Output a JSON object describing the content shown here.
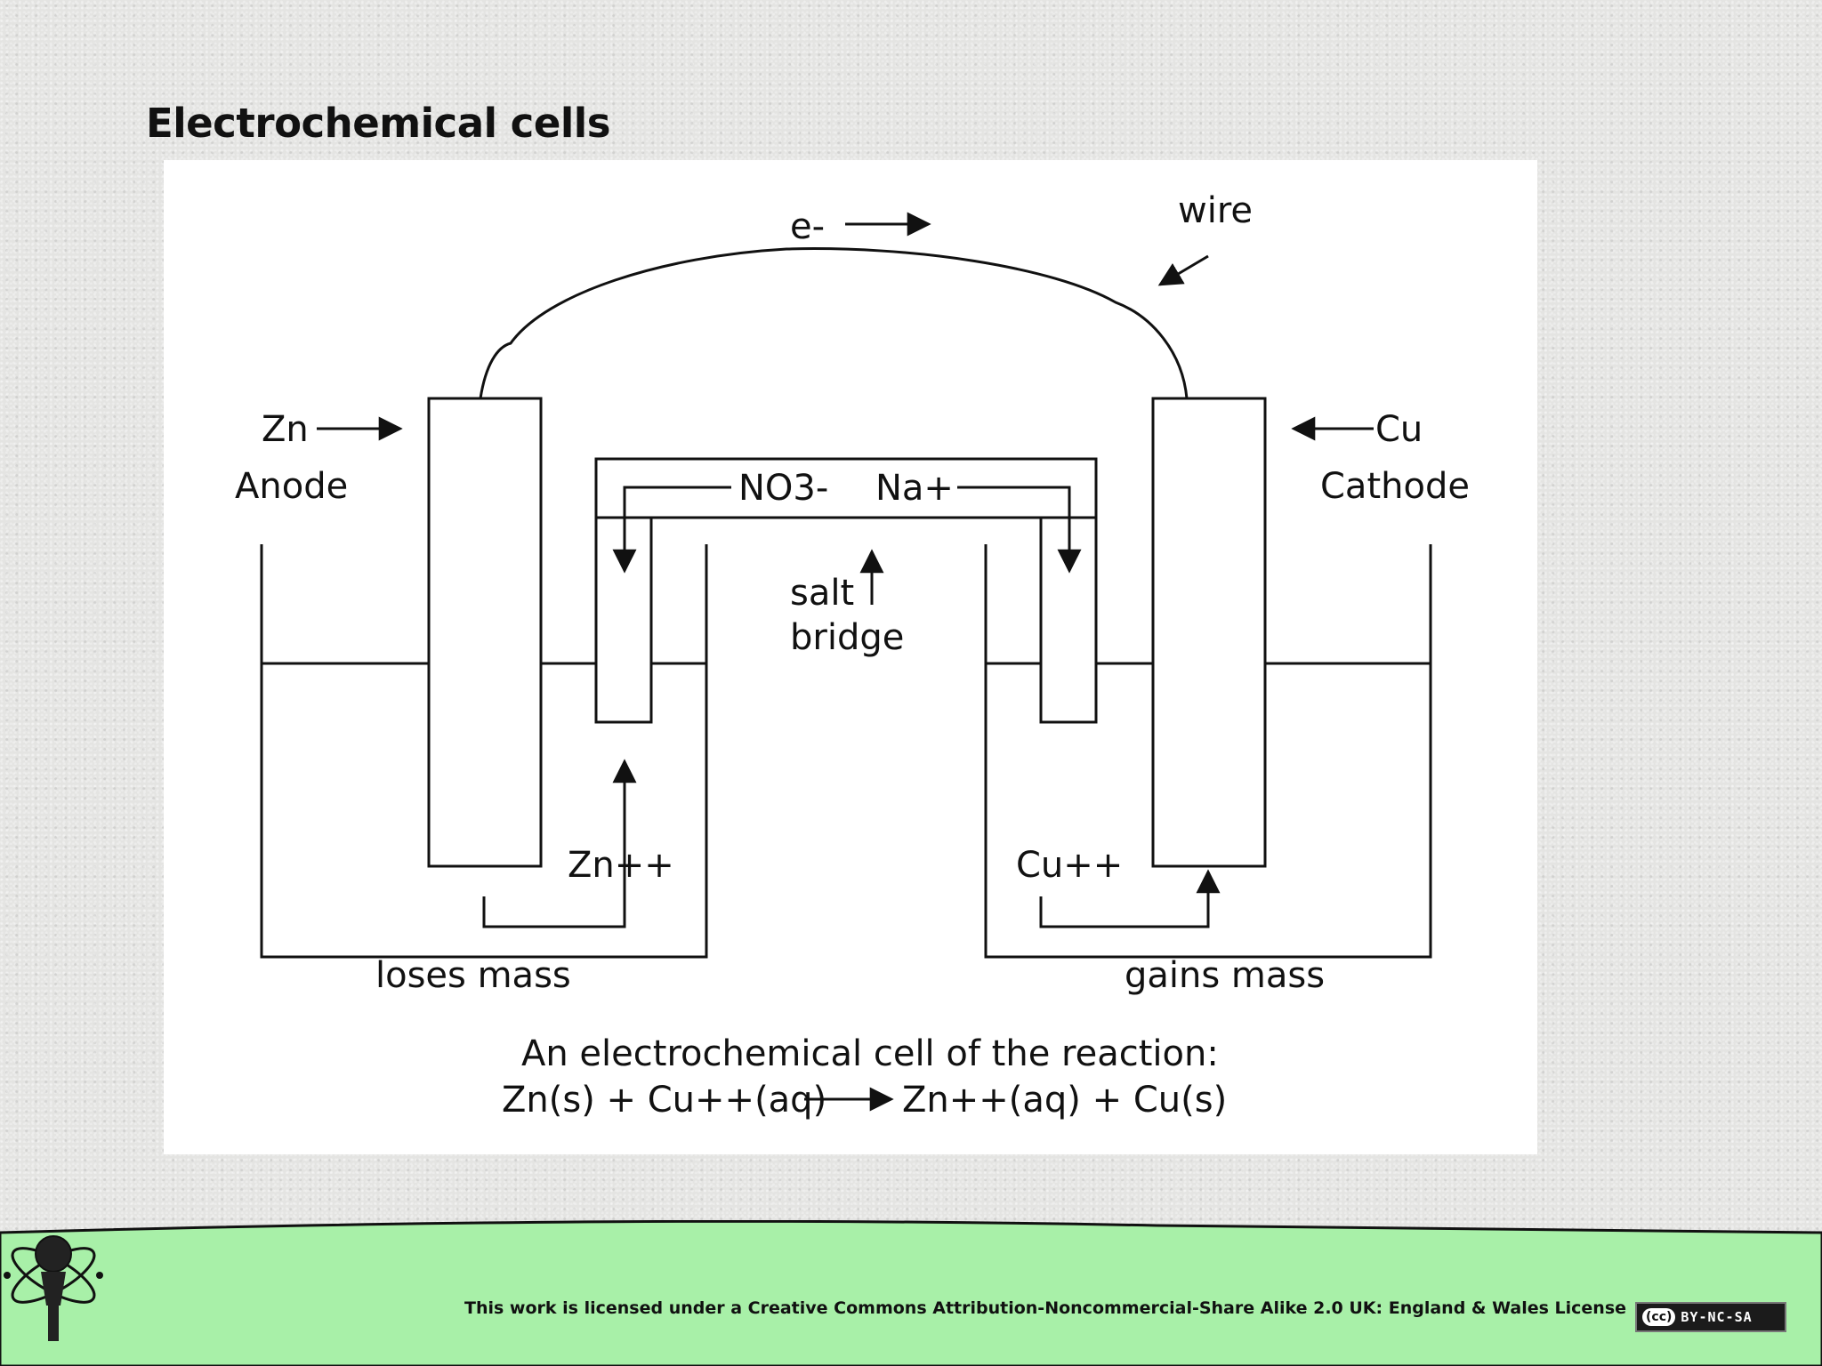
{
  "slide": {
    "title": "Electrochemical cells"
  },
  "diagram": {
    "electron_label": "e-",
    "wire_label": "wire",
    "anode_metal": "Zn",
    "anode_label": "Anode",
    "cathode_metal": "Cu",
    "cathode_label": "Cathode",
    "anion_label": "NO3-",
    "cation_label": "Na+",
    "salt_bridge_line1": "salt",
    "salt_bridge_line2": "bridge",
    "anode_ion": "Zn++",
    "cathode_ion": "Cu++",
    "anode_change": "loses mass",
    "cathode_change": "gains mass",
    "caption_line1": "An electrochemical cell of the reaction:",
    "reaction_reactants": "Zn(s) + Cu++(aq)",
    "reaction_products": "Zn++(aq) + Cu(s)"
  },
  "footer": {
    "license_text": "This work is licensed under a Creative Commons Attribution-Noncommercial-Share Alike 2.0 UK: England & Wales License",
    "badge_cc": "(cc)",
    "badge_terms": "BY-NC-SA",
    "colors": {
      "band": "#a8f0a8",
      "edge": "#111111"
    }
  }
}
